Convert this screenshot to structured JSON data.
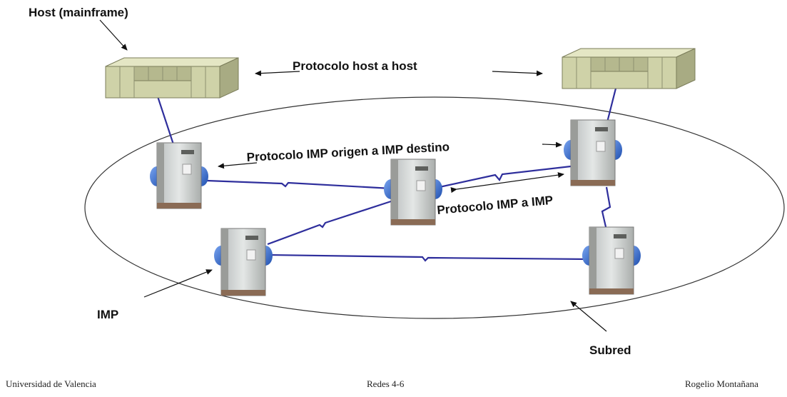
{
  "labels": {
    "host": "Host (mainframe)",
    "host_protocol": "Protocolo host a host",
    "imp_src_dst_protocol": "Protocolo IMP origen a IMP destino",
    "imp_imp_protocol": "Protocolo IMP a IMP",
    "imp": "IMP",
    "subnet": "Subred"
  },
  "footer": {
    "left": "Universidad de Valencia",
    "center": "Redes 4-6",
    "right": "Rogelio Montañana"
  },
  "colors": {
    "link": "#2e2e9c",
    "rack_body": "#d8dcdc",
    "rack_shadow": "#8e8f8c",
    "disk": "#3d6fd3",
    "mainframe": "#cfd2a8",
    "mainframe_dark": "#9fa27a"
  }
}
